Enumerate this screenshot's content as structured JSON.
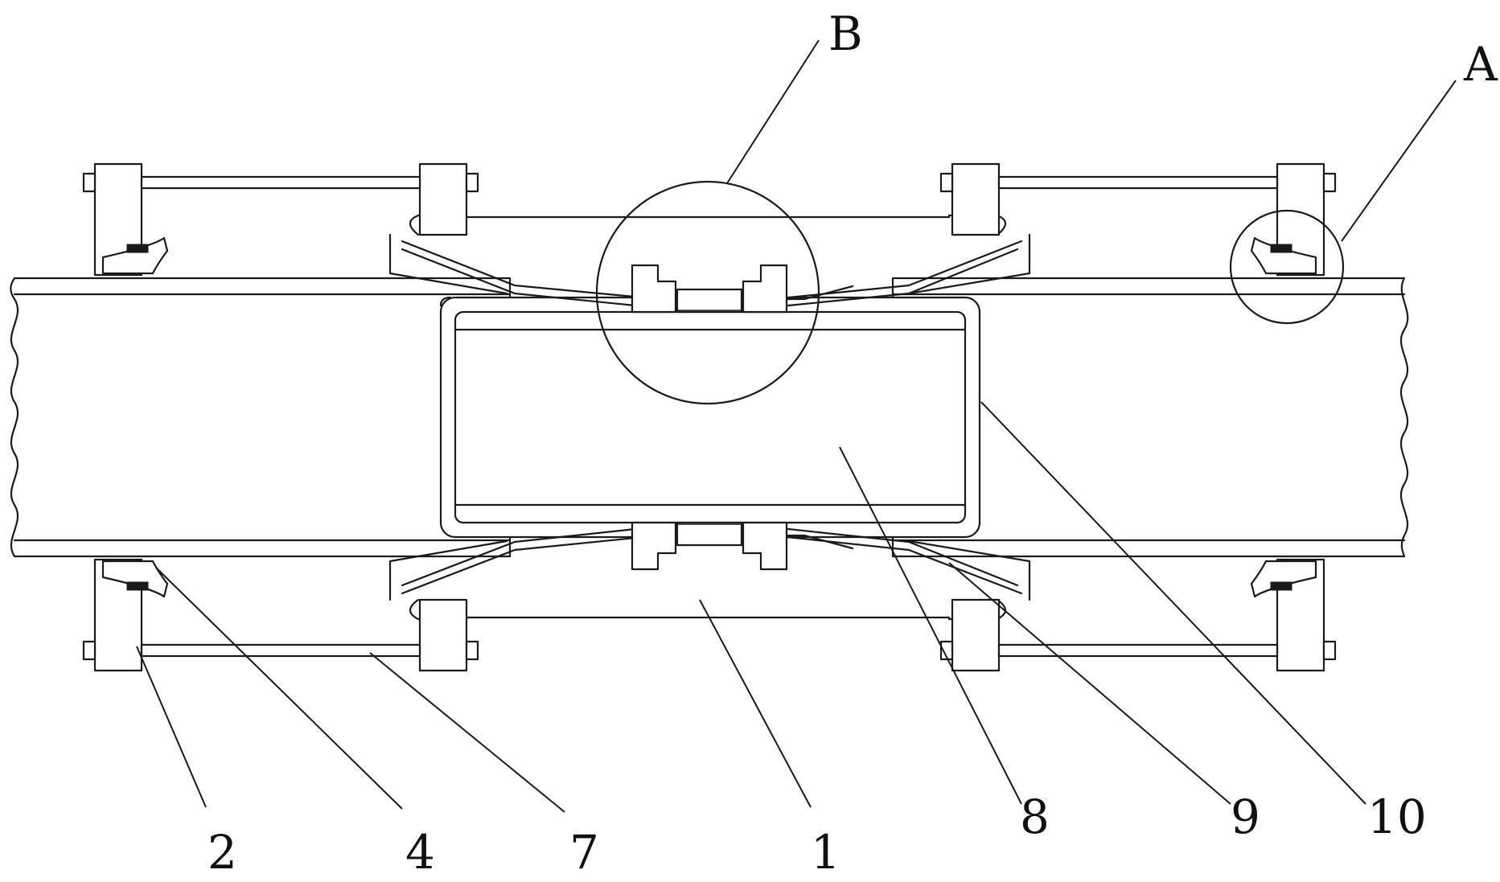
{
  "figure": {
    "description_free": true,
    "detail_labels": [
      "B",
      "A"
    ],
    "part_labels": [
      "2",
      "4",
      "7",
      "1",
      "8",
      "9",
      "10"
    ]
  },
  "colors": {
    "line": "#1a1a1a",
    "background": "#ffffff"
  }
}
